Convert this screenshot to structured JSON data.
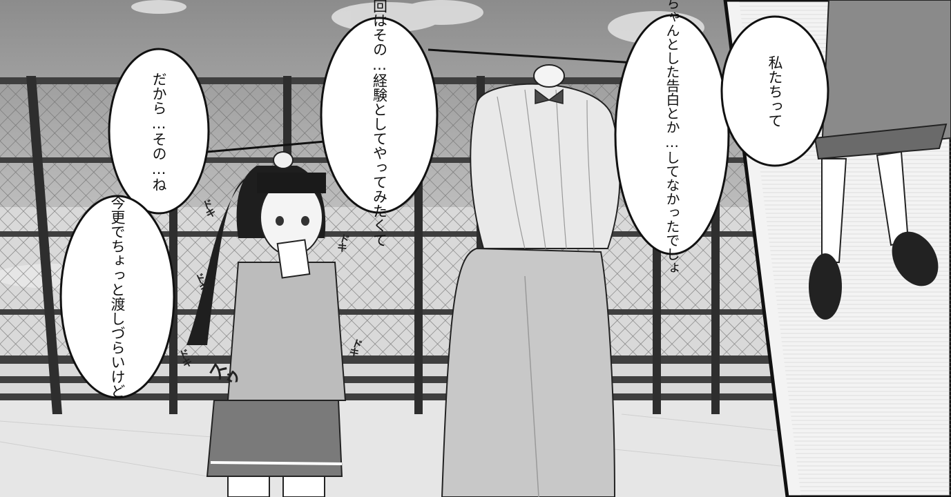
{
  "scene": {
    "description_colors": {
      "sky": "#9a9a9a",
      "ground": "#e8e8e8",
      "fence": "#555555",
      "bubble_fill": "#ffffff",
      "ink": "#111111"
    }
  },
  "bubbles": {
    "b1": {
      "lines": [
        "だから…",
        "その…ね"
      ]
    },
    "b2": {
      "lines": [
        "今更で",
        "ちょっと",
        "渡しづらいけど"
      ]
    },
    "b3": {
      "lines": [
        "一回はその…",
        "経験として",
        "やってみたくて"
      ]
    },
    "b4": {
      "lines": [
        "ちゃんとした告白とか…",
        "してなかったでしょ"
      ]
    },
    "b5": {
      "lines": [
        "私たちって"
      ]
    }
  },
  "sfx": {
    "doki": "ドキ",
    "swoosh": "スゥ"
  }
}
